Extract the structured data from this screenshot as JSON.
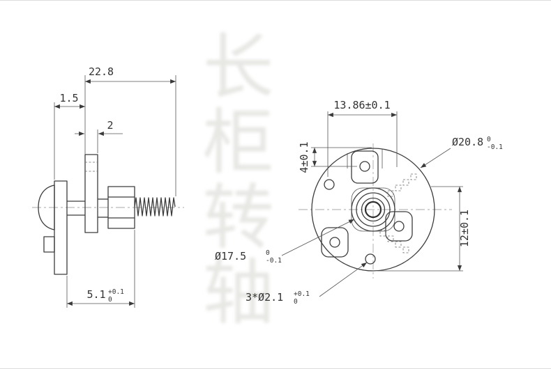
{
  "colors": {
    "line": "#3c3c3c",
    "dimension": "#555555",
    "watermark": "#b4b4ac"
  },
  "watermark": {
    "text": "长柜转轴"
  },
  "side_view": {
    "dim_overall_length": "22.8",
    "dim_plate_gap": "1.5",
    "dim_flange_thickness": "2",
    "dim_body_depth": "5.1",
    "dim_body_depth_tol_up": "+0.1",
    "dim_body_depth_tol_dn": "0"
  },
  "front_view": {
    "dim_hole_span": "13.86±0.1",
    "dim_top_hole_offset": "4±0.1",
    "dim_outer_diameter": "Ø20.8",
    "dim_outer_tol_up": "0",
    "dim_outer_tol_dn": "-0.1",
    "dim_hub_diameter": "Ø17.5",
    "dim_hub_tol_up": "0",
    "dim_hub_tol_dn": "-0.1",
    "dim_bottom_offset": "12±0.1",
    "dim_small_holes": "3*Ø2.1",
    "dim_small_holes_tol_up": "+0.1",
    "dim_small_holes_tol_dn": "0"
  }
}
